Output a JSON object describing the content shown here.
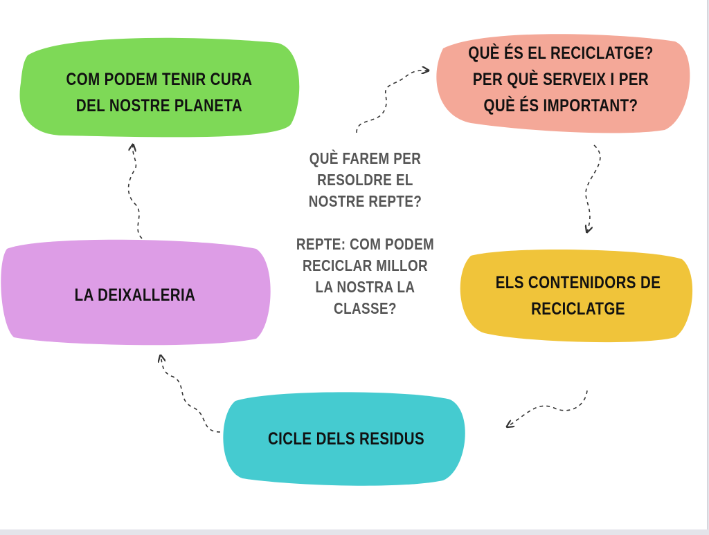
{
  "nodes": {
    "top_left": {
      "text": "COM PODEM TENIR CURA DEL NOSTRE PLANETA",
      "color": "#7ed957"
    },
    "top_right": {
      "text": "QUÈ ÉS EL RECICLATGE? PER QUÈ SERVEIX I PER QUÈ ÉS IMPORTANT?",
      "color": "#f4a898"
    },
    "right": {
      "text": "ELS CONTENIDORS DE RECICLATGE",
      "color": "#f0c43a"
    },
    "bottom": {
      "text": "CICLE DELS RESIDUS",
      "color": "#45cbd0"
    },
    "left": {
      "text": "LA DEIXALLERIA",
      "color": "#dd9de6"
    }
  },
  "center": {
    "question": "QUÈ FAREM PER RESOLDRE EL NOSTRE REPTE?",
    "challenge": "REPTE:  COM PODEM RECICLAR MILLOR LA NOSTRA LA CLASSE?"
  }
}
